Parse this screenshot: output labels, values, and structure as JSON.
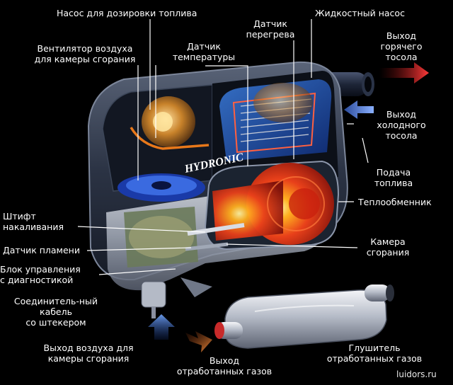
{
  "brand_on_unit": "HYDRONIC",
  "watermark": "luidors.ru",
  "labels": {
    "pump_dosing": "Насос для дозировки топлива",
    "fan_line1": "Вентилятор воздуха",
    "fan_line2": "для камеры сгорания",
    "temp_line1": "Датчик",
    "temp_line2": "температуры",
    "overheat_line1": "Датчик",
    "overheat_line2": "перегрева",
    "liquid_pump": "Жидкостный насос",
    "hot_out_line1": "Выход",
    "hot_out_line2": "горячего",
    "hot_out_line3": "тосола",
    "cold_out_line1": "Выход",
    "cold_out_line2": "холодного",
    "cold_out_line3": "тосола",
    "fuel_line1": "Подача",
    "fuel_line2": "топлива",
    "heat_exchanger": "Теплообменник",
    "glow_line1": "Штифт",
    "glow_line2": "накаливания",
    "flame_sensor": "Датчик пламени",
    "chamber_line1": "Камера",
    "chamber_line2": "сгорания",
    "control_line1": "Блок управления",
    "control_line2": "с диагностикой",
    "cable_line1": "Соединитель-ный",
    "cable_line2": "кабель",
    "cable_line3": "со штекером",
    "air_out_line1": "Выход воздуха для",
    "air_out_line2": "камеры сгорания",
    "exhaust_line1": "Выход",
    "exhaust_line2": "отработанных газов",
    "muffler_line1": "Глушитель",
    "muffler_line2": "отработанных газов"
  },
  "colors": {
    "background": "#000000",
    "hot_coolant_arrow": "#d81e1e",
    "cold_coolant_arrow": "#4d7ee0",
    "air_arrow": "#5a8fe0",
    "exhaust_arrow": "#e07a2a",
    "combustion_chamber": "#e8401a"
  }
}
